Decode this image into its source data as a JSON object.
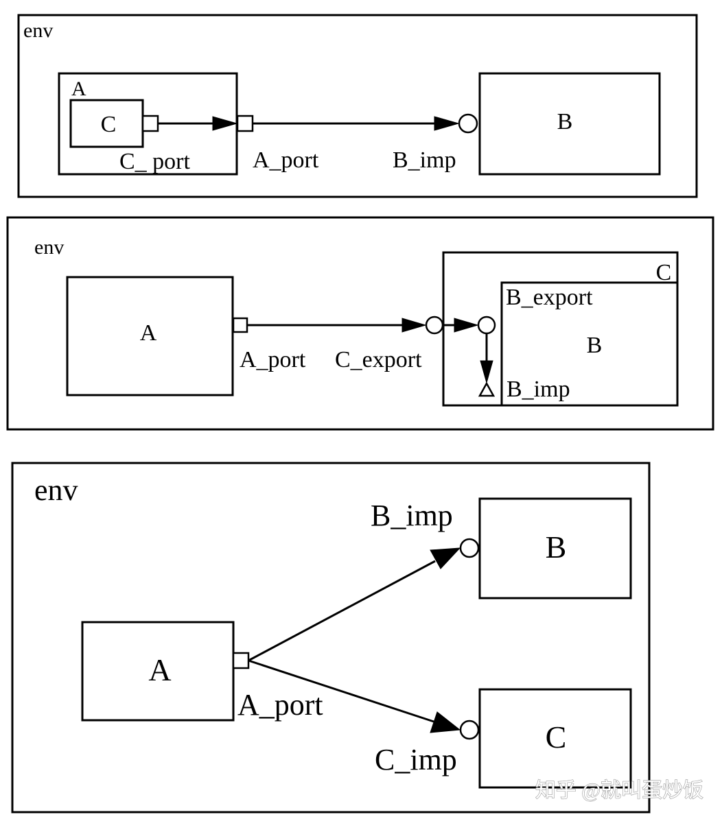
{
  "panel1": {
    "env_label": "env",
    "a_label": "A",
    "c_label": "C",
    "c_port_label": "C_ port",
    "a_port_label": "A_port",
    "b_imp_label": "B_imp",
    "b_label": "B"
  },
  "panel2": {
    "env_label": "env",
    "a_label": "A",
    "a_port_label": "A_port",
    "c_export_label": "C_export",
    "c_label": "C",
    "b_export_label": "B_export",
    "b_label": "B",
    "b_imp_label": "B_imp"
  },
  "panel3": {
    "env_label": "env",
    "b_imp_label": "B_imp",
    "b_label": "B",
    "a_label": "A",
    "a_port_label": "A_port",
    "c_imp_label": "C_imp",
    "c_label": "C"
  },
  "watermark": "知乎 @就叫蛋炒饭",
  "colors": {
    "stroke": "#000000",
    "background": "#ffffff",
    "watermark_outline": "#9a9a9a"
  }
}
